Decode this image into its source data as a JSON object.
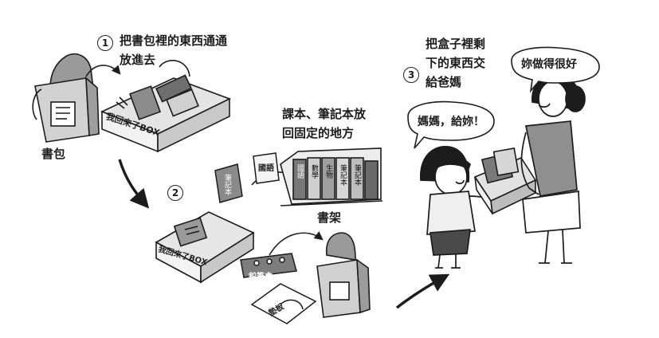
{
  "steps": [
    {
      "number": "1",
      "text_lines": [
        "把書包裡的東西通通",
        "放進去"
      ]
    },
    {
      "number": "2",
      "text_lines": [
        "課本、筆記本放",
        "回固定的地方"
      ]
    },
    {
      "number": "3",
      "text_lines": [
        "把盒子裡剩",
        "下的東西交",
        "給爸媽"
      ]
    }
  ],
  "labels": {
    "backpack": "書包",
    "bookshelf": "書架",
    "box_top": "我回來了BOX",
    "box_mid": "我回來了BOX",
    "notebook": "筆記本",
    "chinese_book": "國語",
    "pencil_case": "鉛筆盒",
    "art_board": "墊板"
  },
  "book_spines": [
    "國語",
    "數學",
    "生物",
    "筆記本",
    "筆記本"
  ],
  "speech": {
    "child": "媽媽，給妳！",
    "parent": "妳做得很好"
  },
  "colors": {
    "ink": "#1c1c1c",
    "gray_light": "#d6d6d6",
    "gray_mid": "#a8a8a8",
    "gray_dark": "#6e6e6e"
  }
}
